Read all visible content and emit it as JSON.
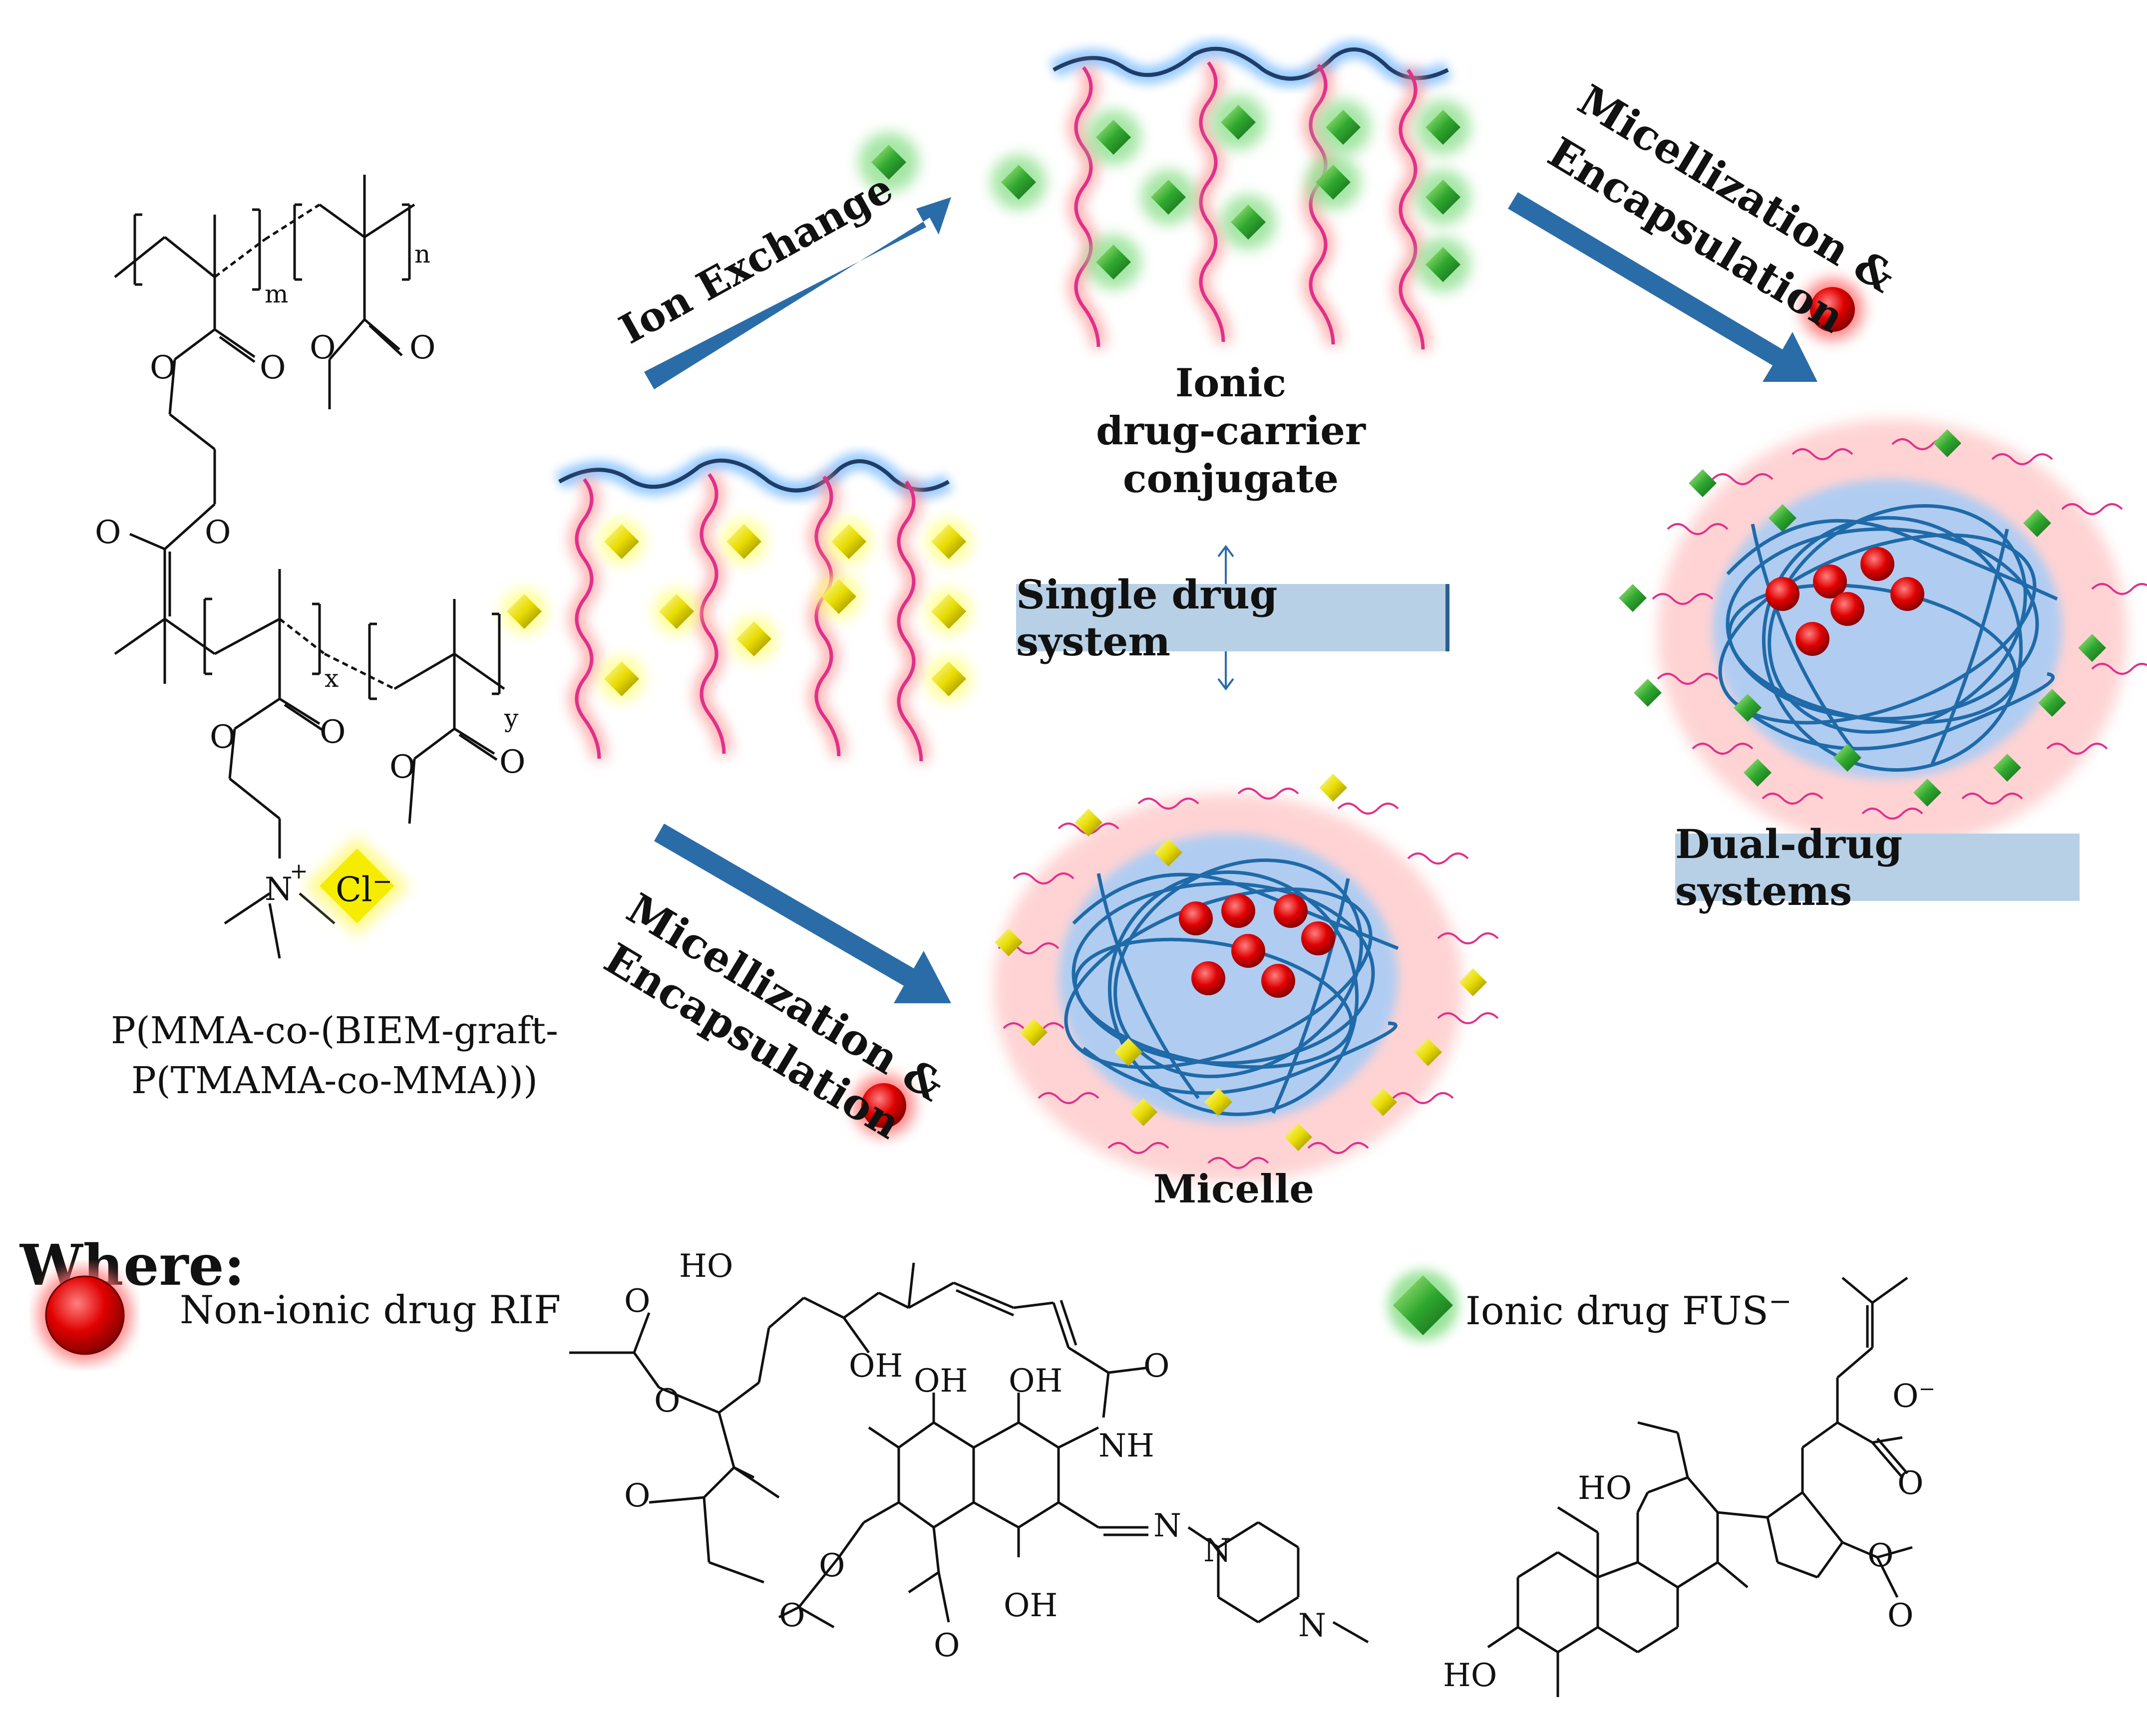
{
  "labels": {
    "ion_exchange": "Ion Exchange",
    "micellization_top": "Micellization &",
    "encapsulation_top": "Encapsulation",
    "micellization_bottom": "Micellization &",
    "encapsulation_bottom": "Encapsulation",
    "ionic_conjugate_line1": "Ionic",
    "ionic_conjugate_line2": "drug-carrier",
    "ionic_conjugate_line3": "conjugate",
    "single_drug_system": "Single drug system",
    "dual_drug_systems": "Dual-drug systems",
    "micelle": "Micelle",
    "polymer_name_line1": "P(MMA-co-(BIEM-graft-",
    "polymer_name_line2": "P(TMAMA-co-MMA)))",
    "where": "Where:",
    "non_ionic_drug": "Non-ionic drug RIF",
    "ionic_drug": "Ionic drug FUS",
    "ionic_drug_charge": "−"
  },
  "chem_labels": {
    "m": "m",
    "n": "n",
    "x": "x",
    "y": "y",
    "O": "O",
    "N": "N",
    "plus": "+",
    "Cl": "Cl",
    "minus": "−",
    "HO": "HO",
    "OH": "OH",
    "NH": "NH",
    "O_minus": "O"
  },
  "colors": {
    "arrow_blue": "#2a6ca8",
    "backbone_blue": "#1f5b8a",
    "chain_pink": "#e0308a",
    "glow_red": "#ff6a6a",
    "glow_blue": "#6ab4ff",
    "ionic_drug_green": "#2fa82f",
    "cl_yellow": "#f2e600",
    "rif_red": "#e00000",
    "box_blue": "#b7d0e6"
  },
  "legend": {
    "non_ionic_drug_icon": "red-sphere-icon",
    "ionic_drug_icon": "green-diamond-icon"
  }
}
